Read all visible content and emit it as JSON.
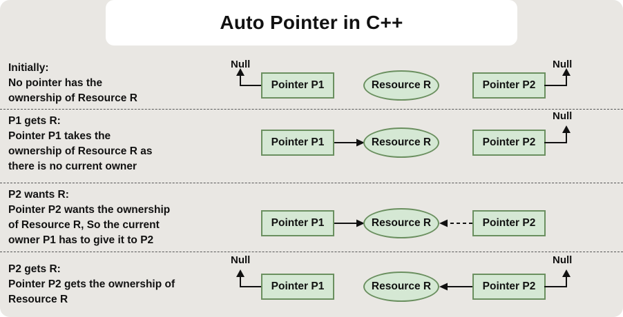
{
  "title": "Auto Pointer in C++",
  "labels": {
    "pointer_p1": "Pointer P1",
    "pointer_p2": "Pointer P2",
    "resource": "Resource R",
    "null": "Null"
  },
  "colors": {
    "background": "#e9e7e3",
    "node_fill": "#d5e8d4",
    "node_border": "#6a8f5f",
    "title_bg": "#ffffff",
    "text": "#111111"
  },
  "rows": [
    {
      "heading": "Initially:",
      "desc": "No pointer has the\nownership of Resource R"
    },
    {
      "heading": "P1 gets R:",
      "desc": "Pointer P1 takes the\nownership of Resource R as\nthere is no current owner"
    },
    {
      "heading": "P2 wants R:",
      "desc": "Pointer P2 wants the ownership\nof Resource R, So the current\nowner P1 has to give it to P2"
    },
    {
      "heading": "P2 gets R:",
      "desc": "Pointer P2 gets the ownership of\nResource R"
    }
  ]
}
